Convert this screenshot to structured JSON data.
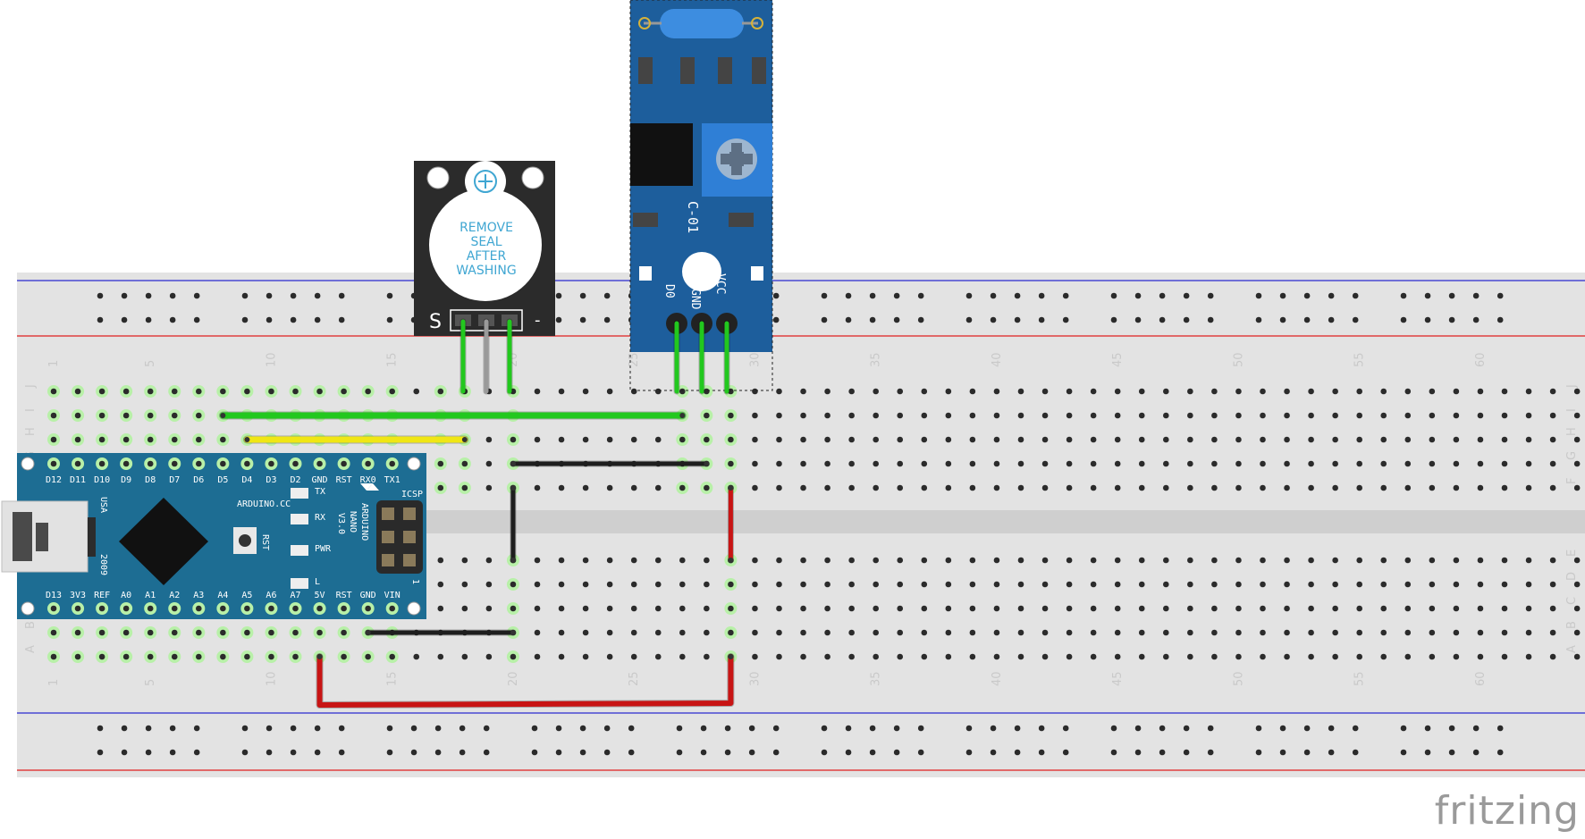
{
  "breadboard": {
    "columns": 64,
    "column_labels": [
      "1",
      "5",
      "10",
      "15",
      "20",
      "25",
      "30",
      "35",
      "40",
      "45",
      "50",
      "55",
      "60"
    ],
    "row_labels_top": [
      "J",
      "I",
      "H",
      "G",
      "F"
    ],
    "row_labels_bottom": [
      "E",
      "D",
      "C",
      "B",
      "A"
    ]
  },
  "arduino": {
    "top_pins": [
      "D12",
      "D11",
      "D10",
      "D9",
      "D8",
      "D7",
      "D6",
      "D5",
      "D4",
      "D3",
      "D2",
      "GND",
      "RST",
      "RX0",
      "TX1"
    ],
    "bottom_pins": [
      "D13",
      "3V3",
      "REF",
      "A0",
      "A1",
      "A2",
      "A3",
      "A4",
      "A5",
      "A6",
      "A7",
      "5V",
      "RST",
      "GND",
      "VIN"
    ],
    "brand": "ARDUINO.CC",
    "model_lines": [
      "ARDUINO",
      "NANO",
      "V3.0"
    ],
    "icsp": "ICSP",
    "usa": "USA",
    "year": "2009",
    "led_labels": [
      "TX",
      "RX",
      "PWR",
      "L"
    ],
    "rst": "RST",
    "one": "1"
  },
  "buzzer": {
    "seal_lines": [
      "REMOVE",
      "SEAL",
      "AFTER",
      "WASHING"
    ],
    "pin_s": "S",
    "pin_minus": "-",
    "plus": "+"
  },
  "sensor": {
    "model": "C-01",
    "pins": [
      "D0",
      "GND",
      "VCC"
    ]
  },
  "wires": [
    {
      "name": "green",
      "color": "#22c81e"
    },
    {
      "name": "yellow",
      "color": "#f0e614"
    },
    {
      "name": "black",
      "color": "#1e1e1e"
    },
    {
      "name": "red",
      "color": "#c81414"
    },
    {
      "name": "gray",
      "color": "#9a9a9a"
    }
  ],
  "footer": {
    "brand": "fritzing"
  }
}
